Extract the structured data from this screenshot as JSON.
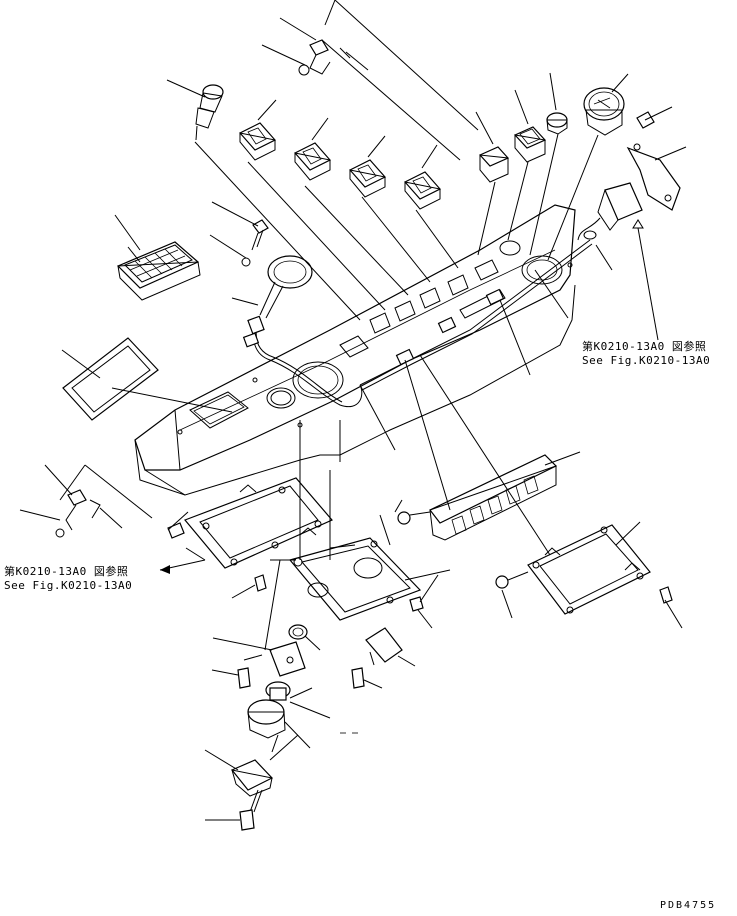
{
  "references": {
    "right": {
      "jp": "第K0210-13A0 図参照",
      "en": "See Fig.K0210-13A0"
    },
    "left": {
      "jp": "第K0210-13A0 図参照",
      "en": "See Fig.K0210-13A0"
    }
  },
  "drawing_number": "PDB4755"
}
